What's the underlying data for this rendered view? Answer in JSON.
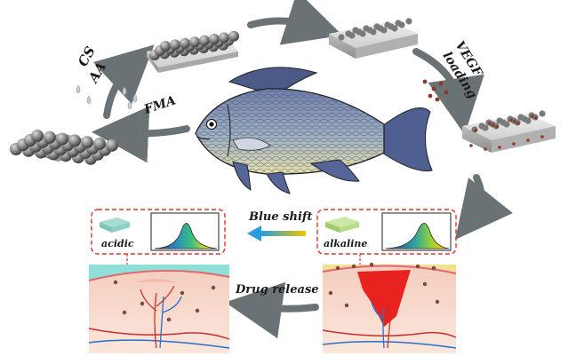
{
  "labels": {
    "cs": "CS",
    "aa": "AA",
    "fma": "FMA",
    "vegf": "VEGF",
    "loading": "loading",
    "blue_shift": "Blue shift",
    "acidic": "acidic",
    "alkaline": "alkaline",
    "drug_release": "Drug release"
  },
  "colors": {
    "arrow_gray": "#6b7275",
    "dashed_red": "#e0342b",
    "blue_shift_start": "#2a9de0",
    "blue_shift_end": "#f5c400",
    "acidic_scaffold": "#8fd0c4",
    "alkaline_scaffold": "#b7dd8a",
    "skin": "#f7d7c8",
    "wound_red": "#e8221e",
    "vessel_blue": "#2a6fc8",
    "vessel_red": "#c8302a"
  },
  "icons": [
    "fish-illustration",
    "spectrum-peak-icon",
    "water-drop-icon"
  ]
}
